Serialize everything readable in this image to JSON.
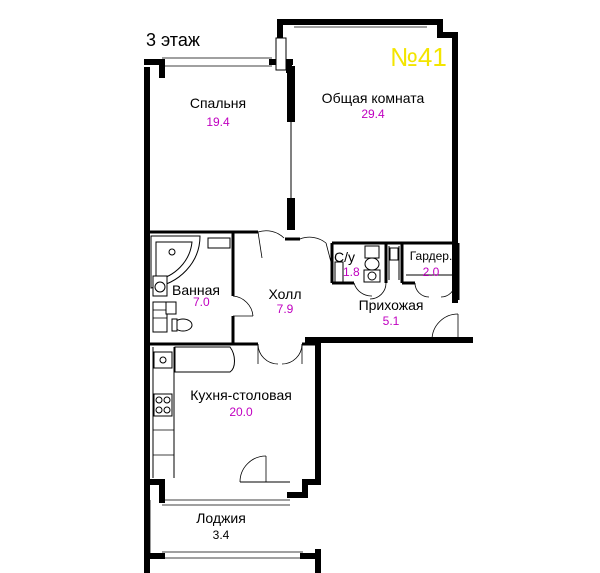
{
  "header": {
    "floor_label": "3 этаж",
    "apartment_number": "№41"
  },
  "rooms": {
    "bedroom": {
      "name": "Спальня",
      "area": "19.4"
    },
    "living": {
      "name": "Общая комната",
      "area": "29.4"
    },
    "wc": {
      "name": "С/у",
      "area": "1.8"
    },
    "wardrobe": {
      "name": "Гардер.",
      "area": "2.0"
    },
    "bathroom": {
      "name": "Ванная",
      "area": "7.0"
    },
    "hall": {
      "name": "Холл",
      "area": "7.9"
    },
    "entrance": {
      "name": "Прихожая",
      "area": "5.1"
    },
    "kitchen": {
      "name": "Кухня-столовая",
      "area": "20.0"
    },
    "loggia": {
      "name": "Лоджия",
      "area": "3.4"
    }
  },
  "colors": {
    "walls": "#000000",
    "area_text": "#c000c0",
    "apartment_number": "#f3e500",
    "background": "#ffffff"
  }
}
